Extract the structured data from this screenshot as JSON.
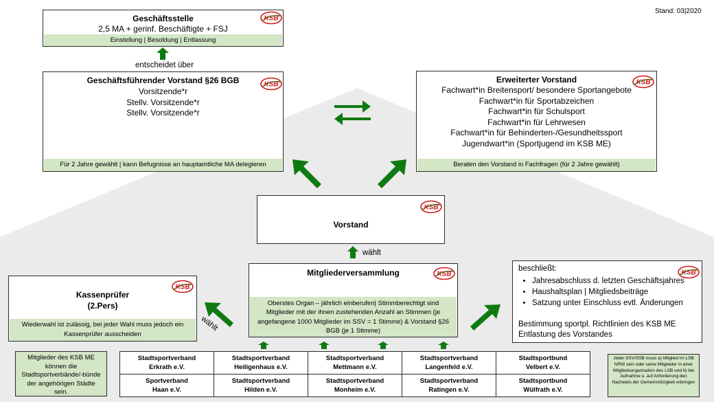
{
  "stand": "Stand: 03|2020",
  "logo_text": "KSB",
  "geschaeftsstelle": {
    "title": "Geschäftsstelle",
    "line": "2,5 MA + gerinf. Beschäftigte + FSJ",
    "band": "Einstellung | Besoldung | Entlassung"
  },
  "entscheidet_label": "entscheidet über",
  "gf_vorstand": {
    "title": "Geschäftsführender Vorstand §26 BGB",
    "lines": [
      "Vorsitzende*r",
      "Stellv. Vorsitzende*r",
      "Stellv. Vorsitzende*r"
    ],
    "band": "Für 2 Jahre gewählt | kann Befugnisse an hauptamtliche MA delegieren"
  },
  "erw_vorstand": {
    "title": "Erweiterter Vorstand",
    "lines": [
      "Fachwart*in Breitensport/ besondere Sportangebote",
      "Fachwart*in für Sportabzeichen",
      "Fachwart*in für Schulsport",
      "Fachwart*in für Lehrwesen",
      "Fachwart*in für Behinderten-/Gesundheitssport",
      "Jugendwart*in (Sportjugend im KSB ME)"
    ],
    "band": "Beraten den Vorstand in Fachfragen (für 2 Jahre gewählt)"
  },
  "vorstand": {
    "title": "Vorstand"
  },
  "waehlt_label": "wählt",
  "mitgliederversammlung": {
    "title": "Mitgliederversammlung",
    "band": "Oberstes Organ – jährlich einberufen| Stimmberechtigt sind Mitglieder mit der ihnen zustehenden Anzahl an Stimmen (je angefangene 1000 Mitglieder im SSV = 1 Stimme) & Vorstand §26 BGB (je 1 Stimme)"
  },
  "kassenpruefer": {
    "title": "Kassenprüfer",
    "subtitle": "(2.Pers)",
    "band": "Wiederwahl ist zulässig, bei jeder Wahl muss jedoch ein Kassenprüfer ausscheiden"
  },
  "waehlt_label2": "wählt",
  "beschliesst": {
    "heading": "beschließt:",
    "items": [
      "Jahresabschluss d. letzten Geschäftsjahres",
      "Haushaltsplan | Mitgliedsbeiträge",
      "Satzung unter Einschluss evtl. Änderungen"
    ],
    "extra1": "Bestimmung sportpl. Richtlinien des KSB ME",
    "extra2": "Entlastung des Vorstandes"
  },
  "note_left": "Mitglieder des KSB ME können die Stadtsportverbände/-bünde der angehörigen Städte sein.",
  "note_right": "Jeder SSV/SSB muss a) Mitglied im LSB NRW sein oder seine Mitglieder in einer Mitgliedsorganisation des LSB und b) bei Aufnahme u. auf Anforderung den Nachweis der Gemeinnützigkeit erbringen",
  "verbaende": [
    [
      {
        "l1": "Stadtsportverband",
        "l2": "Erkrath e.V."
      },
      {
        "l1": "Stadtsportverband",
        "l2": "Heiligenhaus e.V."
      },
      {
        "l1": "Stadtsportverband",
        "l2": "Mettmann e.V."
      },
      {
        "l1": "Stadtsportverband",
        "l2": "Langenfeld e.V."
      },
      {
        "l1": "Stadtsportbund",
        "l2": "Velbert e.V."
      }
    ],
    [
      {
        "l1": "Sportverband",
        "l2": "Haan e.V."
      },
      {
        "l1": "Stadtsportverband",
        "l2": "Hilden e.V."
      },
      {
        "l1": "Stadtsportverband",
        "l2": "Monheim e.V."
      },
      {
        "l1": "Stadtsportverband",
        "l2": "Ratingen e.V."
      },
      {
        "l1": "Stadtsportbund",
        "l2": "Wülfrath e.V."
      }
    ]
  ],
  "colors": {
    "accent_green": "#0f7a12",
    "band_green": "#d3e6c5",
    "logo_red": "#d11a1a"
  }
}
